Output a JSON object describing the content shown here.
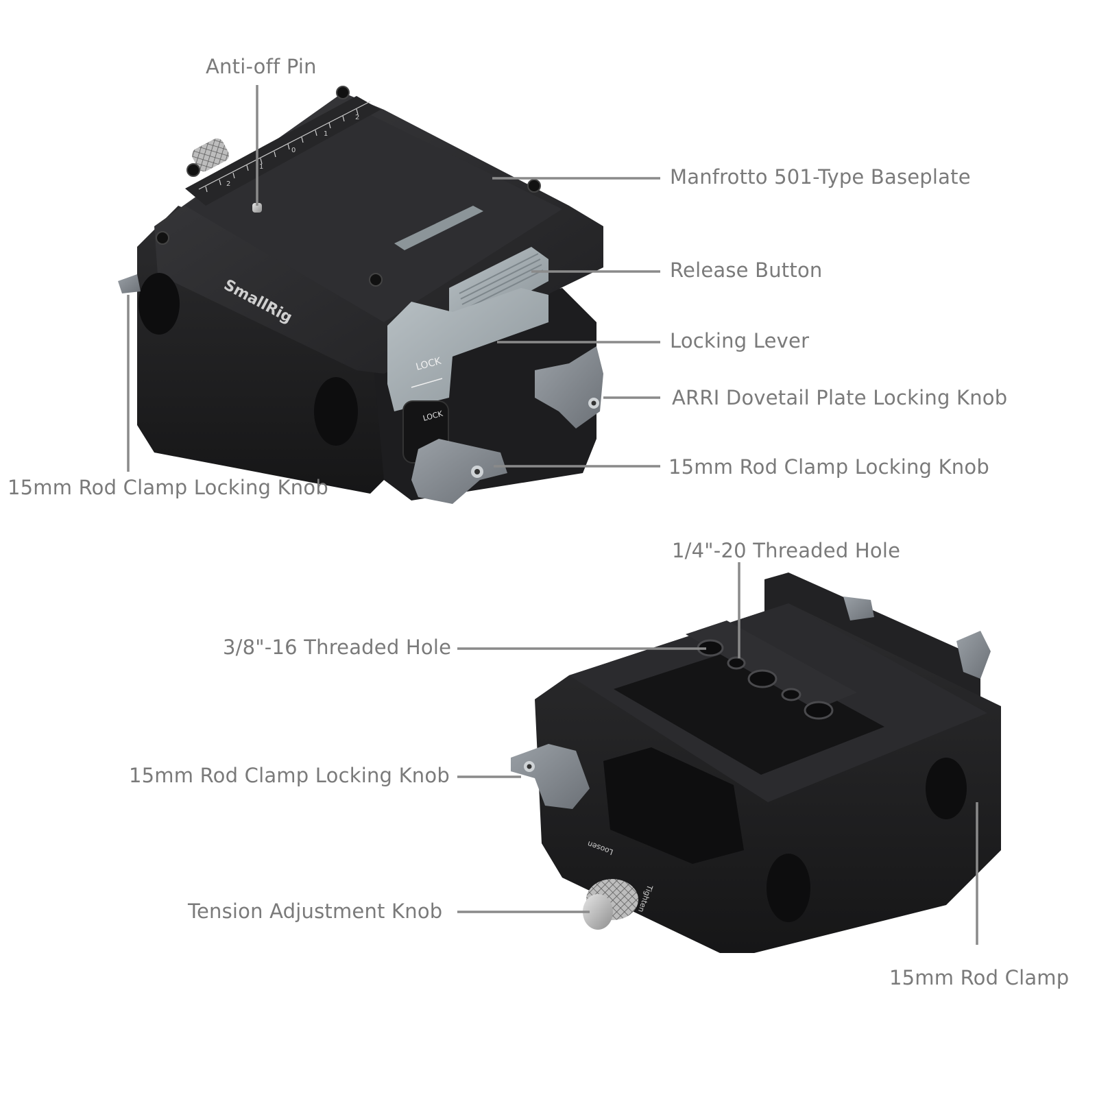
{
  "figure": {
    "title": "SmallRig baseplate callout diagram",
    "brand_mark": "SmallRig",
    "colors": {
      "background": "#ffffff",
      "label_text": "#7a7a7a",
      "leader_line": "#8a8a8a",
      "body_black": "#2a2a2c",
      "body_dark": "#1b1b1d",
      "accent_grey": "#9aa3a8"
    }
  },
  "top_unit": {
    "engraved": {
      "brand": "SmallRig",
      "lever_text": "LOCK",
      "knob_text": "LOCK",
      "scale_marks": [
        "2",
        "1",
        "0",
        "1",
        "2"
      ]
    },
    "callouts": [
      {
        "id": "anti-off-pin",
        "label": "Anti-off Pin"
      },
      {
        "id": "manfrotto-baseplate",
        "label": "Manfrotto 501-Type Baseplate"
      },
      {
        "id": "release-button",
        "label": "Release Button"
      },
      {
        "id": "locking-lever",
        "label": "Locking Lever"
      },
      {
        "id": "arri-knob",
        "label": "ARRI Dovetail Plate Locking Knob"
      },
      {
        "id": "rod-knob-right",
        "label": "15mm Rod Clamp Locking Knob"
      },
      {
        "id": "rod-knob-left",
        "label": "15mm Rod Clamp Locking Knob"
      }
    ]
  },
  "bottom_unit": {
    "engraved": {
      "loosen": "Loosen",
      "tighten": "Tighten"
    },
    "callouts": [
      {
        "id": "quarter-hole",
        "label": "1/4\"-20 Threaded Hole"
      },
      {
        "id": "three-eighths-hole",
        "label": "3/8\"-16 Threaded Hole"
      },
      {
        "id": "rod-knob-bottom",
        "label": "15mm Rod Clamp Locking Knob"
      },
      {
        "id": "tension-knob",
        "label": "Tension Adjustment Knob"
      },
      {
        "id": "rod-clamp",
        "label": "15mm Rod Clamp"
      }
    ]
  }
}
